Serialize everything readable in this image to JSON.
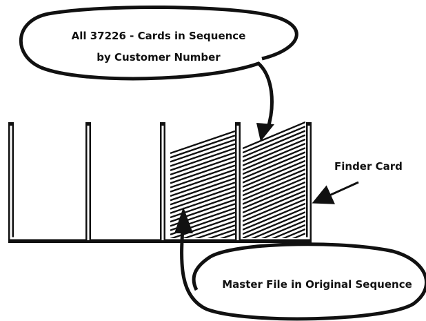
{
  "callouts": {
    "top_line1": "All 37226 - Cards in Sequence",
    "top_line2": "by Customer Number",
    "bottom": "Master File in Original Sequence"
  },
  "labels": {
    "finder_card": "Finder Card"
  },
  "structure": {
    "compartments": 4,
    "filled_compartments": 2
  }
}
